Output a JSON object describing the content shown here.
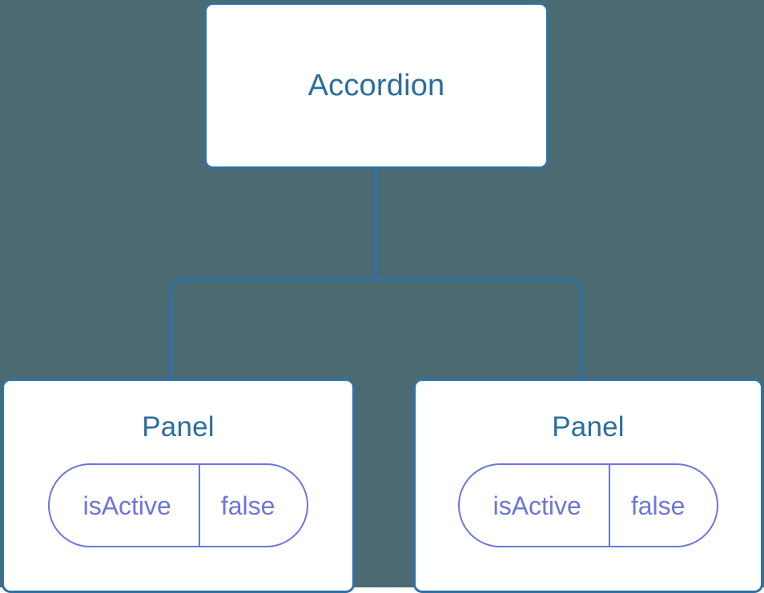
{
  "diagram": {
    "type": "component-tree",
    "background_color": "#4c6a72",
    "node_border_color": "#2e72a8",
    "node_fill_color": "#ffffff",
    "node_title_color": "#2a6e9e",
    "prop_color": "#6b76dd",
    "connector_color": "#2e72a8"
  },
  "root": {
    "title": "Accordion"
  },
  "children": [
    {
      "title": "Panel",
      "prop": {
        "key": "isActive",
        "value": "false"
      }
    },
    {
      "title": "Panel",
      "prop": {
        "key": "isActive",
        "value": "false"
      }
    }
  ]
}
